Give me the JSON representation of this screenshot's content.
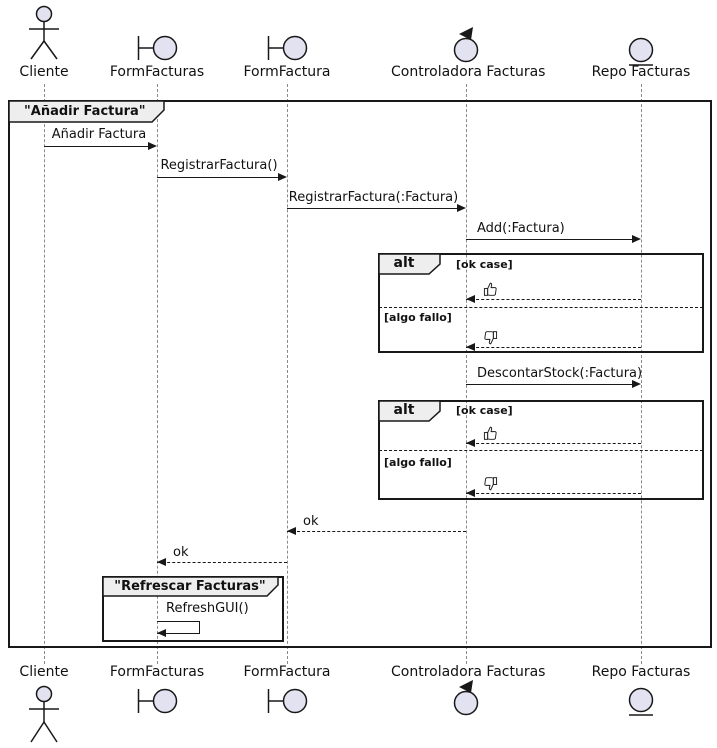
{
  "diagram_type": "uml-sequence",
  "colors": {
    "participant_fill": "#E2E2F0",
    "stroke": "#181818",
    "frame_tab_fill": "#EEEEEE",
    "lifeline": "#8A8A8A",
    "background": "#FFFFFF"
  },
  "participants": [
    {
      "name": "Cliente",
      "type": "actor",
      "icon": "actor-icon"
    },
    {
      "name": "FormFacturas",
      "type": "boundary",
      "icon": "boundary-icon"
    },
    {
      "name": "FormFactura",
      "type": "boundary",
      "icon": "boundary-icon"
    },
    {
      "name": "Controladora Facturas",
      "type": "control",
      "icon": "control-icon"
    },
    {
      "name": "Repo Facturas",
      "type": "entity",
      "icon": "entity-icon"
    }
  ],
  "frame": {
    "title": "\"Añadir Factura\""
  },
  "inner_frame": {
    "title": "\"Refrescar Facturas\""
  },
  "messages": [
    {
      "label": "Añadir Factura",
      "from": "Cliente",
      "to": "FormFacturas",
      "line": "solid"
    },
    {
      "label": "RegistrarFactura()",
      "from": "FormFacturas",
      "to": "FormFactura",
      "line": "solid"
    },
    {
      "label": "RegistrarFactura(:Factura)",
      "from": "FormFactura",
      "to": "Controladora Facturas",
      "line": "solid"
    },
    {
      "label": "Add(:Factura)",
      "from": "Controladora Facturas",
      "to": "Repo Facturas",
      "line": "solid"
    },
    {
      "label": "DescontarStock(:Factura)",
      "from": "Controladora Facturas",
      "to": "Repo Facturas",
      "line": "solid"
    },
    {
      "label": "ok",
      "from": "Controladora Facturas",
      "to": "FormFactura",
      "line": "dashed"
    },
    {
      "label": "ok",
      "from": "FormFactura",
      "to": "FormFacturas",
      "line": "dashed"
    },
    {
      "label": "RefreshGUI()",
      "from": "FormFacturas",
      "to": "FormFacturas",
      "line": "solid",
      "self": true
    }
  ],
  "alt1": {
    "operator": "alt",
    "guard_ok": "[ok case]",
    "guard_fail": "[algo fallo]",
    "response_ok_icon": "👍",
    "response_fail_icon": "👎",
    "responses_from": "Repo Facturas",
    "responses_to": "Controladora Facturas"
  },
  "alt2": {
    "operator": "alt",
    "guard_ok": "[ok case]",
    "guard_fail": "[algo fallo]",
    "response_ok_icon": "👍",
    "response_fail_icon": "👎",
    "responses_from": "Repo Facturas",
    "responses_to": "Controladora Facturas"
  }
}
